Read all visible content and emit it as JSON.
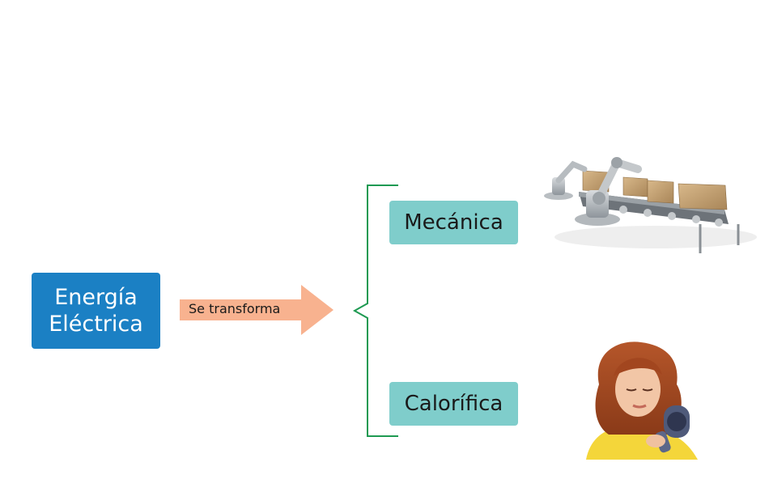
{
  "source": {
    "line1": "Energía",
    "line2": "Eléctrica",
    "color": "#1b80c4"
  },
  "arrow": {
    "label": "Se transforma",
    "color": "#f8b28f"
  },
  "outputs": [
    {
      "label": "Mecánica",
      "illustration": "industrial-robot-conveyor"
    },
    {
      "label": "Calorífica",
      "illustration": "woman-hair-dryer"
    }
  ],
  "colors": {
    "output_box": "#7fcdcb",
    "brace": "#1e9a52"
  }
}
